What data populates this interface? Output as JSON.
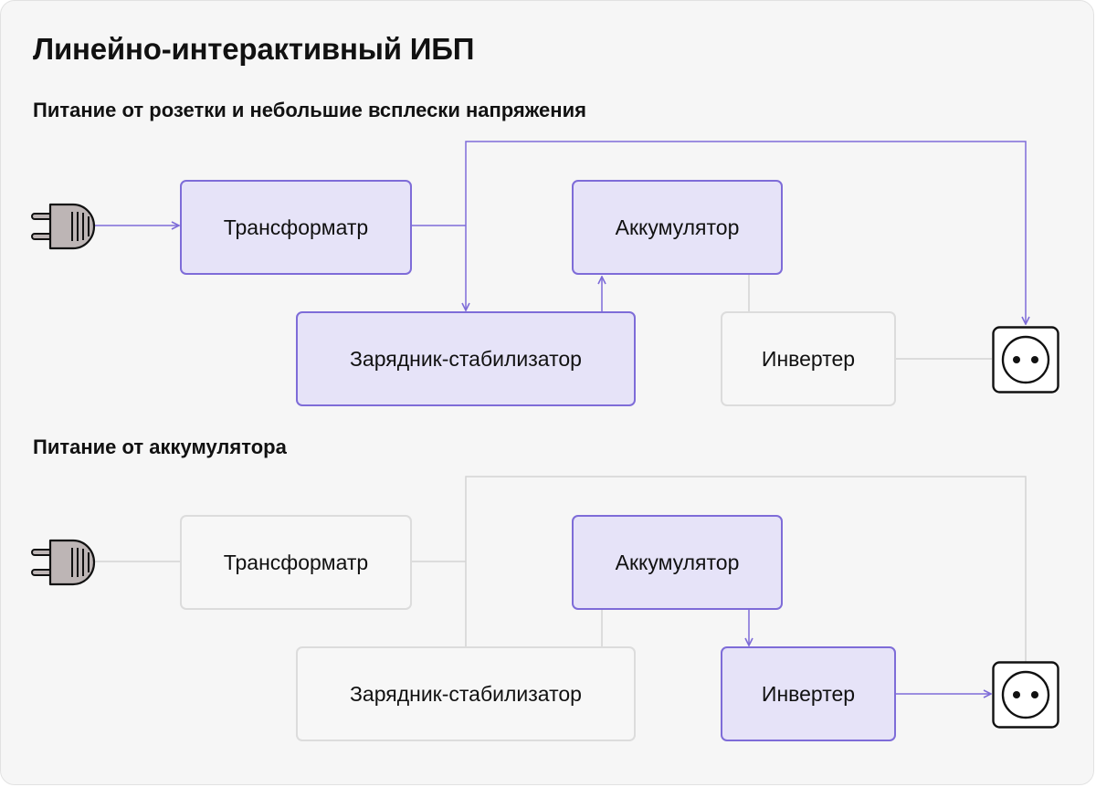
{
  "title": "Линейно-интерактивный ИБП",
  "sections": [
    {
      "heading": "Питание от розетки и небольшие всплески напряжения",
      "blocks": {
        "transformer": {
          "label": "Трансформатр",
          "state": "active"
        },
        "accumulator": {
          "label": "Аккумулятор",
          "state": "active"
        },
        "charger": {
          "label": "Зарядник-стабилизатор",
          "state": "active"
        },
        "inverter": {
          "label": "Инвертер",
          "state": "inactive"
        }
      }
    },
    {
      "heading": "Питание от аккумулятора",
      "blocks": {
        "transformer": {
          "label": "Трансформатр",
          "state": "inactive"
        },
        "accumulator": {
          "label": "Аккумулятор",
          "state": "active"
        },
        "charger": {
          "label": "Зарядник-стабилизатор",
          "state": "inactive"
        },
        "inverter": {
          "label": "Инвертер",
          "state": "active"
        }
      }
    }
  ],
  "icons": {
    "plug": "power-plug-icon",
    "outlet": "power-outlet-icon"
  },
  "colors": {
    "active_fill": "#e6e3f8",
    "active_stroke": "#7e6cd8",
    "inactive_fill": "#f7f7f7",
    "inactive_stroke": "#dcdcdc",
    "inactive_line": "#d4d4d4",
    "background": "#f6f6f6"
  }
}
